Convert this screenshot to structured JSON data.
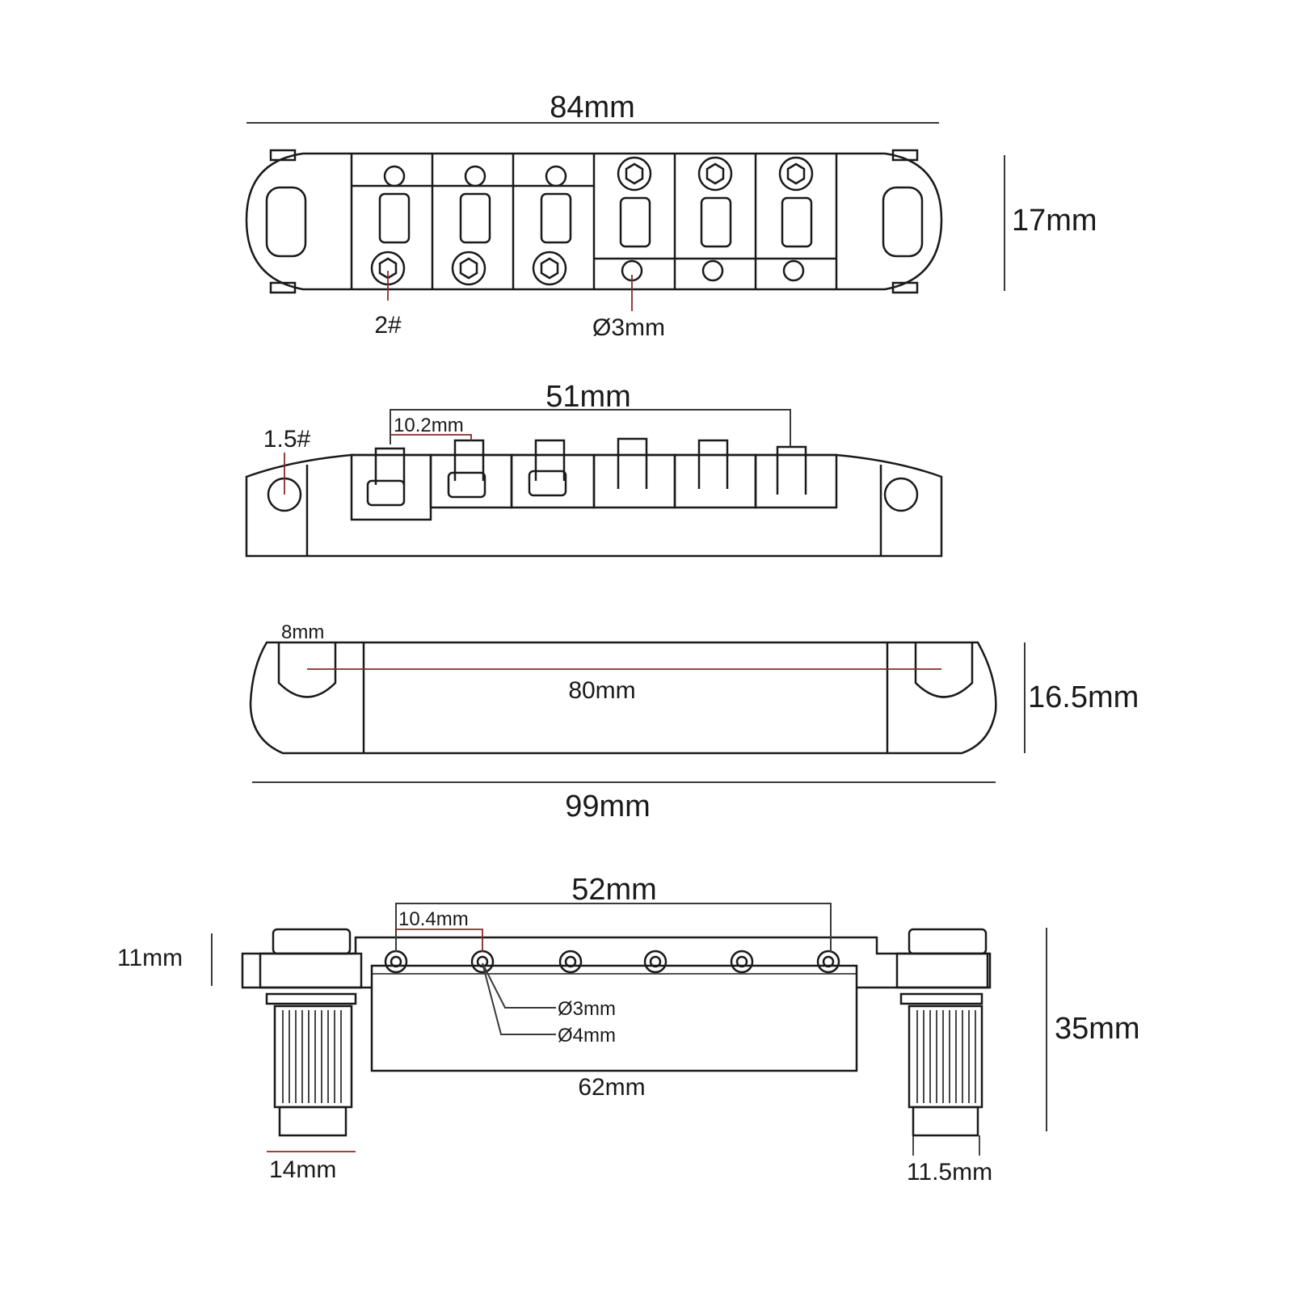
{
  "top_view": {
    "width_label": "84mm",
    "height_label": "17mm",
    "screw_label": "2#",
    "hole_label": "Ø3mm"
  },
  "side_view": {
    "span_label": "51mm",
    "spacing_label": "10.2mm",
    "screw_label": "1.5#"
  },
  "tailpiece_view": {
    "slot_label": "8mm",
    "stud_spacing_label": "80mm",
    "height_label": "16.5mm",
    "length_label": "99mm"
  },
  "front_view": {
    "span_label": "52mm",
    "spacing_label": "10.4mm",
    "bar_height_label": "11mm",
    "hole_small_label": "Ø3mm",
    "hole_large_label": "Ø4mm",
    "block_width_label": "62mm",
    "total_height_label": "35mm",
    "left_stud_label": "14mm",
    "right_stud_label": "11.5mm"
  }
}
